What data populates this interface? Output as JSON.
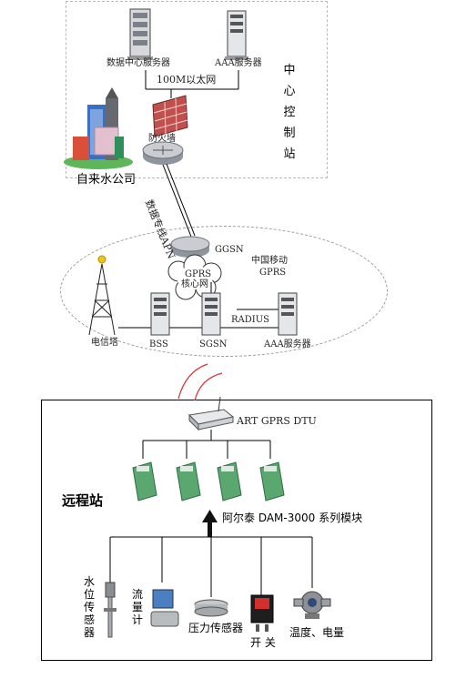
{
  "control_center": {
    "title_chars": [
      "中",
      "心",
      "控",
      "制",
      "站"
    ],
    "data_server": "数据中心服务器",
    "aaa_server": "AAA服务器",
    "ethernet": "100M以太网",
    "firewall": "防火墙",
    "water_company": "自来水公司"
  },
  "link": {
    "apn": "数据专线APN"
  },
  "gprs_network": {
    "ggsn": "GGSN",
    "core_line1": "GPRS",
    "core_line2": "核心网",
    "operator_line1": "中国移动",
    "operator_line2": "GPRS",
    "radius": "RADIUS",
    "tower": "电信塔",
    "bss": "BSS",
    "sgsn": "SGSN",
    "aaa_server": "AAA服务器"
  },
  "remote_station": {
    "title": "远程站",
    "dtu": "ART GPRS DTU",
    "module": "阿尔泰 DAM-3000 系列模块",
    "sensors": {
      "water_level_chars": [
        "水",
        "位",
        "传",
        "感",
        "器"
      ],
      "flow_chars": [
        "流",
        "量",
        "计"
      ],
      "pressure": "压力传感器",
      "switch": "开 关",
      "temp_power": "温度、电量"
    }
  },
  "colors": {
    "wire": "#000000",
    "signal": "#e03030",
    "dashed_border": "#b8b8b8",
    "firewall": "#c0504d",
    "module": "#5aa870",
    "router": "#9aa0a6"
  }
}
